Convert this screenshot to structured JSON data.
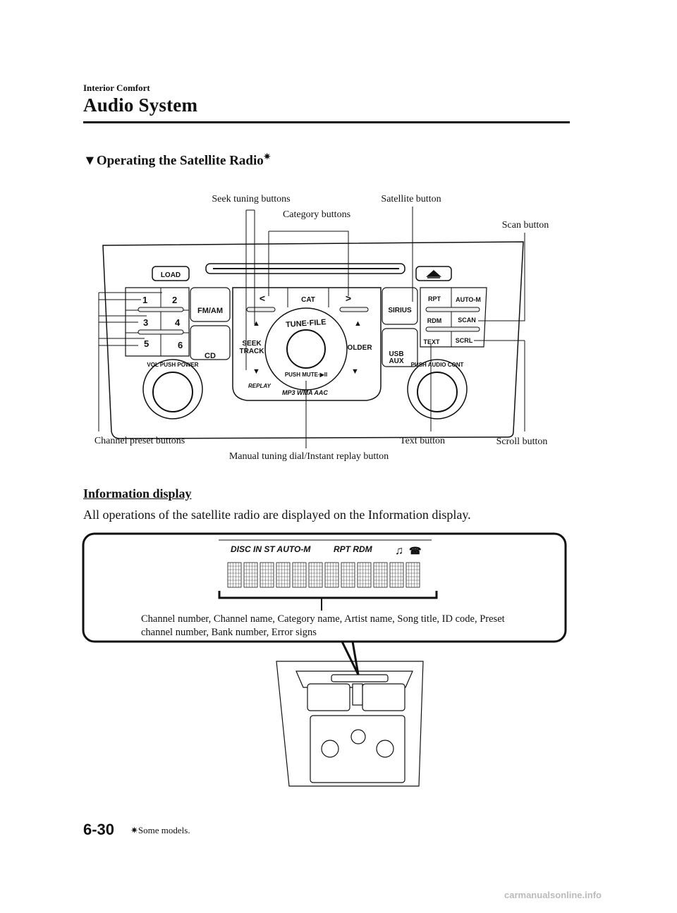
{
  "header": {
    "breadcrumb": "Interior Comfort",
    "title": "Audio System"
  },
  "section": {
    "marker": "▼",
    "heading": "Operating the Satellite Radio",
    "asterisk": "✷"
  },
  "radio_figure": {
    "callouts": {
      "seek": "Seek tuning buttons",
      "satellite": "Satellite button",
      "category": "Category buttons",
      "scan": "Scan button",
      "preset": "Channel preset buttons",
      "text": "Text button",
      "scroll": "Scroll button",
      "manual": "Manual tuning dial/Instant replay button"
    },
    "button_labels": {
      "load": "LOAD",
      "preset1": "1",
      "preset2": "2",
      "preset3": "3",
      "preset4": "4",
      "preset5": "5",
      "preset6": "6",
      "fmam": "FM/AM",
      "cd": "CD",
      "cat": "CAT",
      "seek1": "SEEK",
      "seek2": "TRACK",
      "tune": "TUNE·FILE",
      "mute": "PUSH MUTE·▶II",
      "folder": "FOLDER",
      "sirius": "SIRIUS",
      "usb1": "USB",
      "usb2": "AUX",
      "rpt": "RPT",
      "autom": "AUTO-M",
      "rdm": "RDM",
      "scan": "SCAN",
      "text": "TEXT",
      "scrl": "SCRL",
      "vol": "VOL PUSH POWER",
      "audio": "PUSH AUDIO CONT",
      "replay": "REPLAY",
      "formats": "MP3   WMA   AAC"
    }
  },
  "information": {
    "heading": "Information display",
    "body": "All operations of the satellite radio are displayed on the Information display.",
    "display_indicators": "DISC  IN  ST  AUTO-M",
    "display_indicators_right": "RPT  RDM",
    "caption": "Channel number, Channel name, Category name, Artist name, Song title, ID code, Preset channel number, Bank number, Error signs"
  },
  "footer": {
    "page_number": "6-30",
    "footnote_marker": "✷",
    "footnote": "Some models.",
    "watermark": "carmanualsonline.info"
  }
}
